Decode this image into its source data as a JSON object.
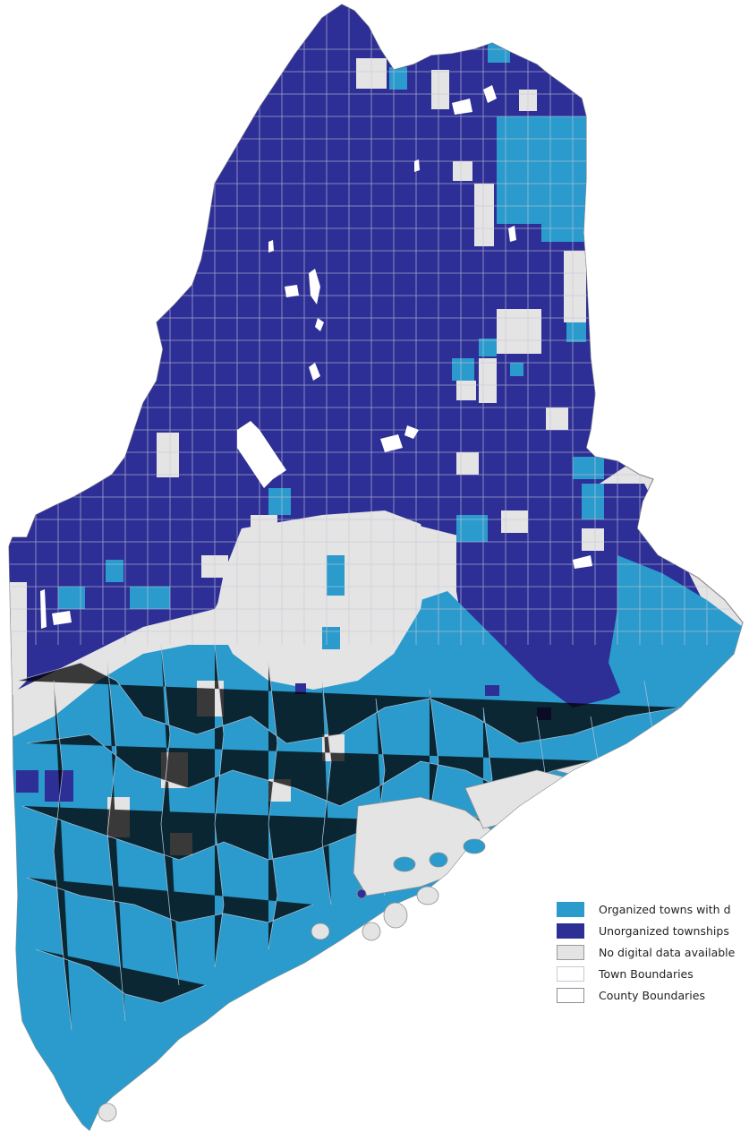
{
  "colors": {
    "organized": "#2a9bcc",
    "unorganized": "#2d2f96",
    "no_data": "#e4e4e4",
    "town_boundary": "#c8c8d8",
    "county_boundary": "#8f8f8f",
    "water": "#ffffff"
  },
  "legend": {
    "items": [
      {
        "label": "Organized towns with d",
        "swatch_fill": "#2a9bcc",
        "swatch_stroke": "#2a9bcc"
      },
      {
        "label": "Unorganized townships",
        "swatch_fill": "#2d2f96",
        "swatch_stroke": "#2d2f96"
      },
      {
        "label": "No digital data available",
        "swatch_fill": "#e4e4e4",
        "swatch_stroke": "#9a9a9a"
      },
      {
        "label": "Town Boundaries",
        "swatch_fill": "#ffffff",
        "swatch_stroke": "#c8c8d8"
      },
      {
        "label": "County Boundaries",
        "swatch_fill": "#ffffff",
        "swatch_stroke": "#8f8f8f"
      }
    ]
  }
}
